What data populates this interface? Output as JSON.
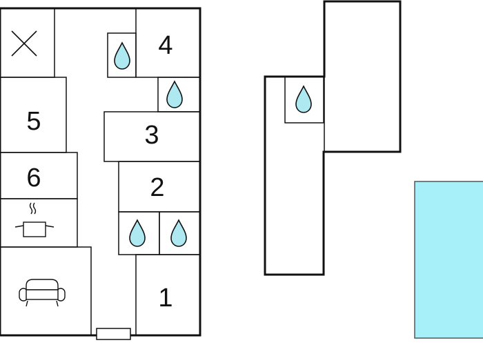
{
  "rooms": {
    "bedroom_1": "1",
    "bedroom_2": "2",
    "bedroom_3": "3",
    "bedroom_4": "4",
    "bedroom_5": "5",
    "bedroom_6": "6"
  },
  "legend_icons": {
    "bathroom": "water-drop-icon",
    "kitchen": "cooking-pot-icon",
    "living_room": "sofa-icon",
    "unused_space": "cross-icon",
    "pool": "pool"
  },
  "colors": {
    "wall": "#111111",
    "water": "#aee9f2",
    "pool": "#a7f0fa"
  }
}
